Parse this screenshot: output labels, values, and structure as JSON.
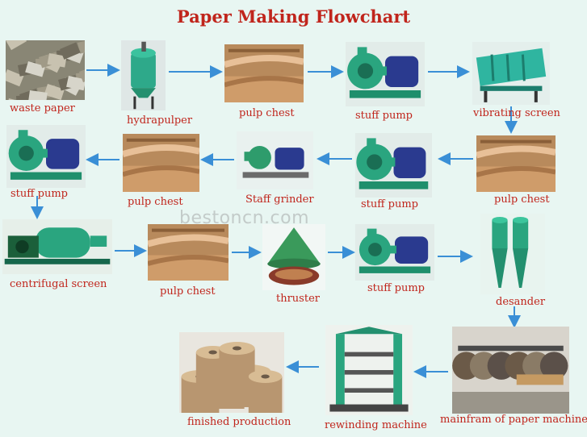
{
  "title": "Paper Making Flowchart",
  "watermark": "bestoncn.com",
  "arrow_color": "#3a8fd6",
  "label_color": "#c0251c",
  "nodes": [
    {
      "id": "waste-paper",
      "label": "waste paper",
      "icon": "waste-paper-image"
    },
    {
      "id": "hydrapulper",
      "label": "hydrapulper",
      "icon": "hydrapulper-image"
    },
    {
      "id": "pulp-chest-1",
      "label": "pulp chest",
      "icon": "pulp-chest-image"
    },
    {
      "id": "stuff-pump-1",
      "label": "stuff  pump",
      "icon": "stuff-pump-image"
    },
    {
      "id": "vibrating-screen",
      "label": "vibrating screen",
      "icon": "vibrating-screen-image"
    },
    {
      "id": "pulp-chest-2",
      "label": "pulp chest",
      "icon": "pulp-chest-image"
    },
    {
      "id": "stuff-pump-2",
      "label": "stuff  pump",
      "icon": "stuff-pump-image"
    },
    {
      "id": "staff-grinder",
      "label": "Staff  grinder",
      "icon": "grinder-image"
    },
    {
      "id": "pulp-chest-3",
      "label": "pulp  chest",
      "icon": "pulp-chest-image"
    },
    {
      "id": "stuff-pump-3",
      "label": "stuff   pump",
      "icon": "stuff-pump-image"
    },
    {
      "id": "centrifugal-screen",
      "label": "centrifugal screen",
      "icon": "centrifugal-screen-image"
    },
    {
      "id": "pulp-chest-4",
      "label": "pulp chest",
      "icon": "pulp-chest-image"
    },
    {
      "id": "thruster",
      "label": "thruster",
      "icon": "thruster-image"
    },
    {
      "id": "stuff-pump-4",
      "label": "stuff  pump",
      "icon": "stuff-pump-image"
    },
    {
      "id": "desander",
      "label": "desander",
      "icon": "desander-image"
    },
    {
      "id": "mainframe",
      "label": "mainfram of paper machine",
      "icon": "paper-machine-image"
    },
    {
      "id": "rewinding-machine",
      "label": "rewinding machine",
      "icon": "rewinding-machine-image"
    },
    {
      "id": "finished-production",
      "label": "finished production",
      "icon": "paper-rolls-image"
    }
  ],
  "flow": [
    "waste-paper",
    "hydrapulper",
    "pulp-chest-1",
    "stuff-pump-1",
    "vibrating-screen",
    "pulp-chest-2",
    "stuff-pump-2",
    "staff-grinder",
    "pulp-chest-3",
    "stuff-pump-3",
    "centrifugal-screen",
    "pulp-chest-4",
    "thruster",
    "stuff-pump-4",
    "desander",
    "mainframe",
    "rewinding-machine",
    "finished-production"
  ]
}
